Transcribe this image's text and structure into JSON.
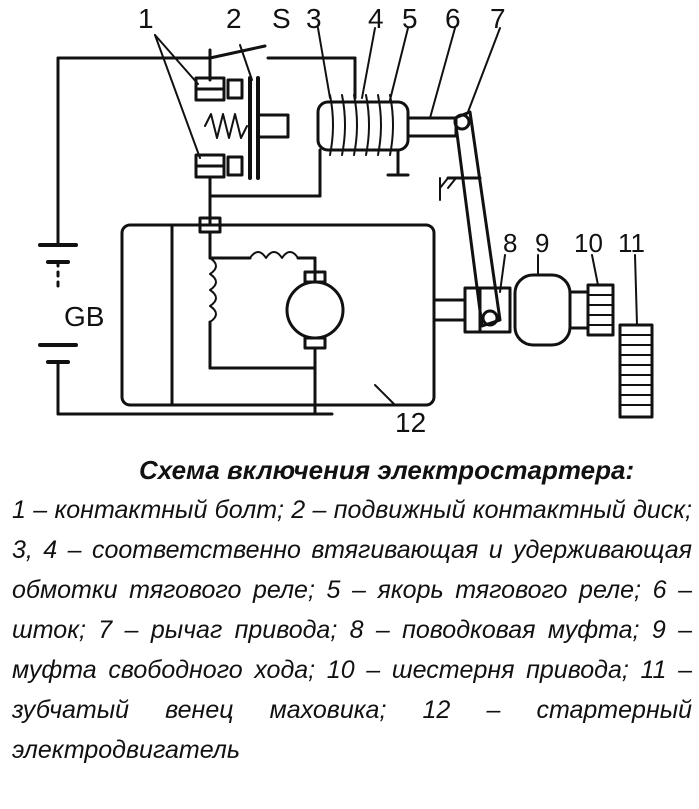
{
  "diagram": {
    "labels": {
      "n1": "1",
      "n2": "2",
      "s": "S",
      "n3": "3",
      "n4": "4",
      "n5": "5",
      "n6": "6",
      "n7": "7",
      "n8": "8",
      "n9": "9",
      "n10": "10",
      "n11": "11",
      "n12": "12",
      "gb": "GB"
    },
    "colors": {
      "ink": "#111111",
      "paper": "#ffffff"
    }
  },
  "caption": {
    "title": "Схема включения электростартера:",
    "body": "1 – контактный болт; 2 – подвижный контактный диск; 3, 4 – соответственно втягивающая и удерживающая обмотки тягового реле; 5 – якорь тягового реле; 6 – шток; 7 – рычаг привода; 8 – поводковая муфта; 9 – муфта свободного хода; 10 – шестерня привода; 11 – зубчатый венец маховика; 12 – стартерный электродвигатель"
  }
}
